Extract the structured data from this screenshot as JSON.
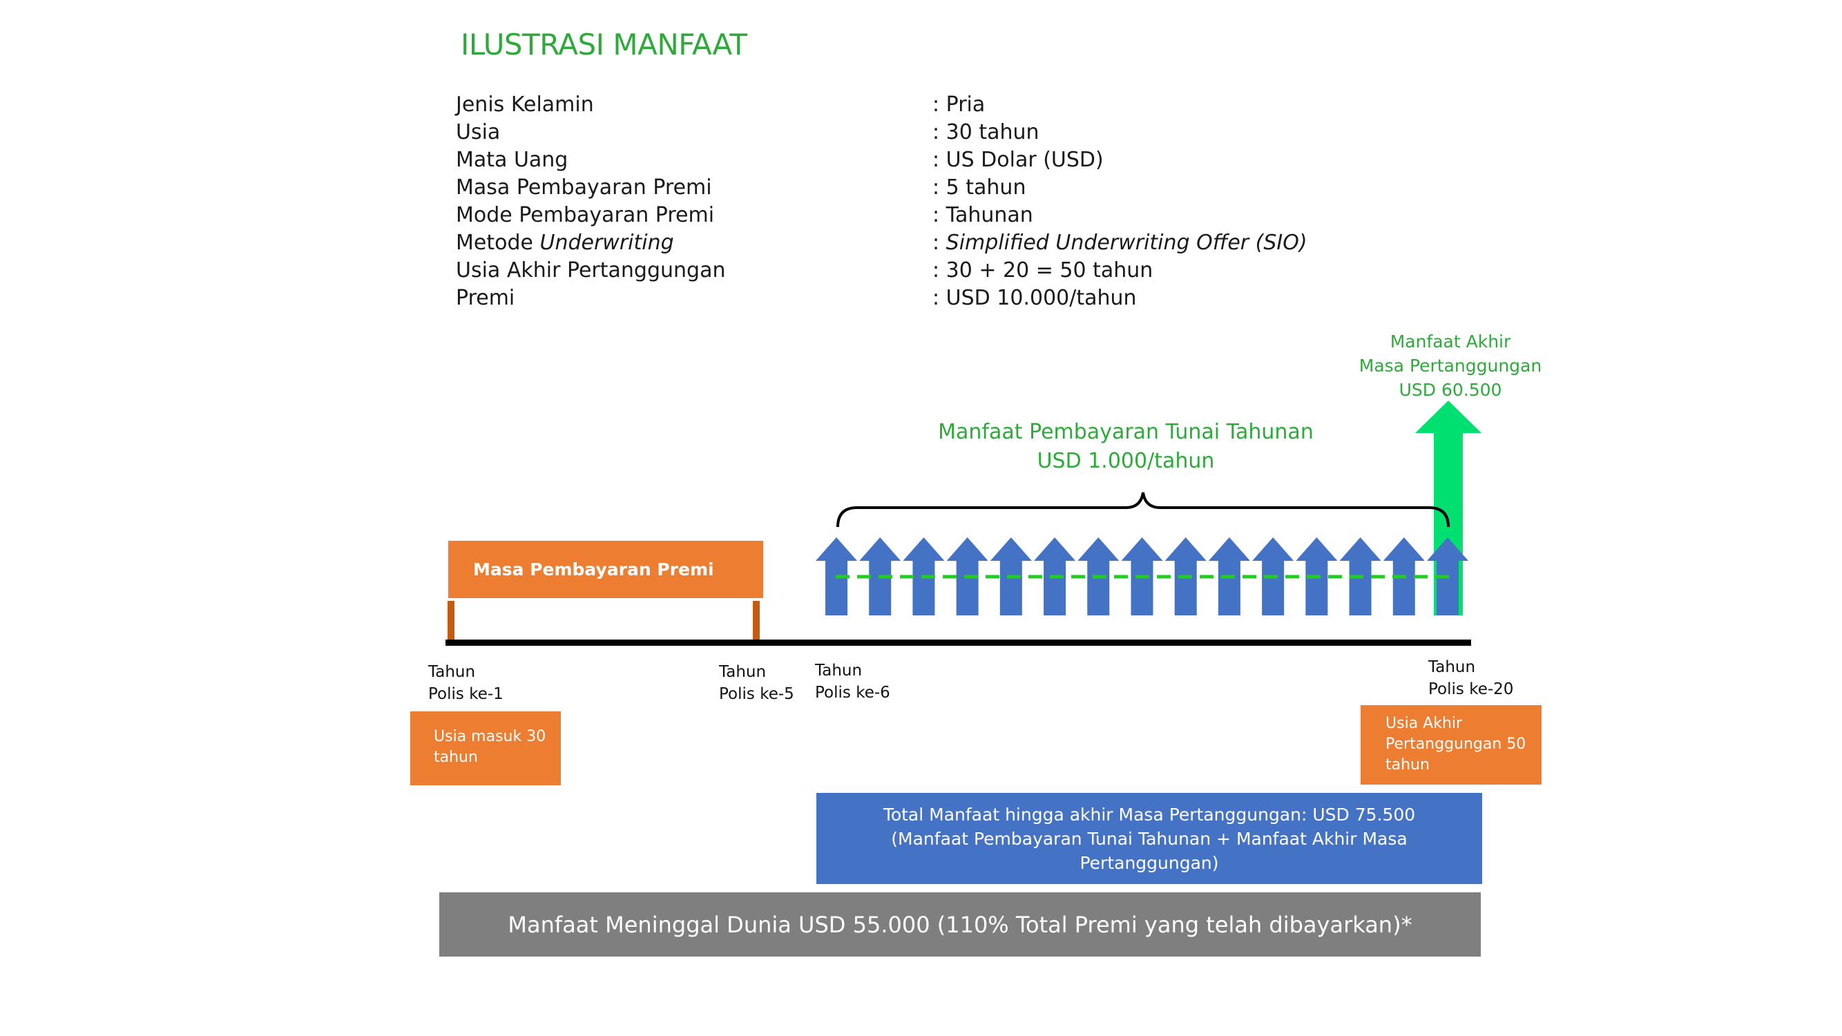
{
  "title": "ILUSTRASI MANFAAT",
  "info": {
    "gender_label": "Jenis Kelamin",
    "gender_value": ": Pria",
    "age_label": "Usia",
    "age_value": ": 30 tahun",
    "currency_label": "Mata Uang",
    "currency_value": ": US Dolar (USD)",
    "premium_period_label": "Masa Pembayaran Premi",
    "premium_period_value": ": 5 tahun",
    "payment_mode_label": "Mode Pembayaran Premi",
    "payment_mode_value": ": Tahunan",
    "uw_label_prefix": "Metode ",
    "uw_label_italic": "Underwriting",
    "uw_value_prefix": ": ",
    "uw_value_italic": "Simplified Underwriting Offer (SIO)",
    "end_age_label": "Usia Akhir Pertanggungan",
    "end_age_value": ": 30 + 20 = 50 tahun",
    "premium_label": "Premi",
    "premium_value": ": USD 10.000/tahun"
  },
  "maturity": {
    "line1": "Manfaat Akhir",
    "line2": "Masa Pertanggungan",
    "line3": "USD 60.500"
  },
  "annual_cash": {
    "line1": "Manfaat Pembayaran Tunai Tahunan",
    "line2": "USD 1.000/tahun",
    "arrow_count": 15
  },
  "premium_bar_label": "Masa Pembayaran Premi",
  "timeline": {
    "y1_line1": "Tahun",
    "y1_line2": "Polis ke-1",
    "y5_line1": "Tahun",
    "y5_line2": "Polis ke-5",
    "y6_line1": "Tahun",
    "y6_line2": "Polis ke-6",
    "y20_line1": "Tahun",
    "y20_line2": "Polis ke-20"
  },
  "entry_age": {
    "line1": "Usia masuk 30",
    "line2": "tahun"
  },
  "end_age_box": {
    "line1": "Usia Akhir",
    "line2": "Pertanggungan 50",
    "line3": "tahun"
  },
  "total_benefit": {
    "line1": "Total Manfaat hingga akhir Masa Pertanggungan: USD 75.500",
    "line2": "(Manfaat Pembayaran Tunai Tahunan + Manfaat Akhir Masa",
    "line3": "Pertanggungan)"
  },
  "death_benefit": "Manfaat Meninggal Dunia USD 55.000 (110% Total Premi yang telah dibayarkan)*",
  "colors": {
    "green": "#2eaa3a",
    "bright_green": "#00e070",
    "orange": "#ed7d31",
    "blue": "#4472c4",
    "gray": "#7f7f7f"
  }
}
